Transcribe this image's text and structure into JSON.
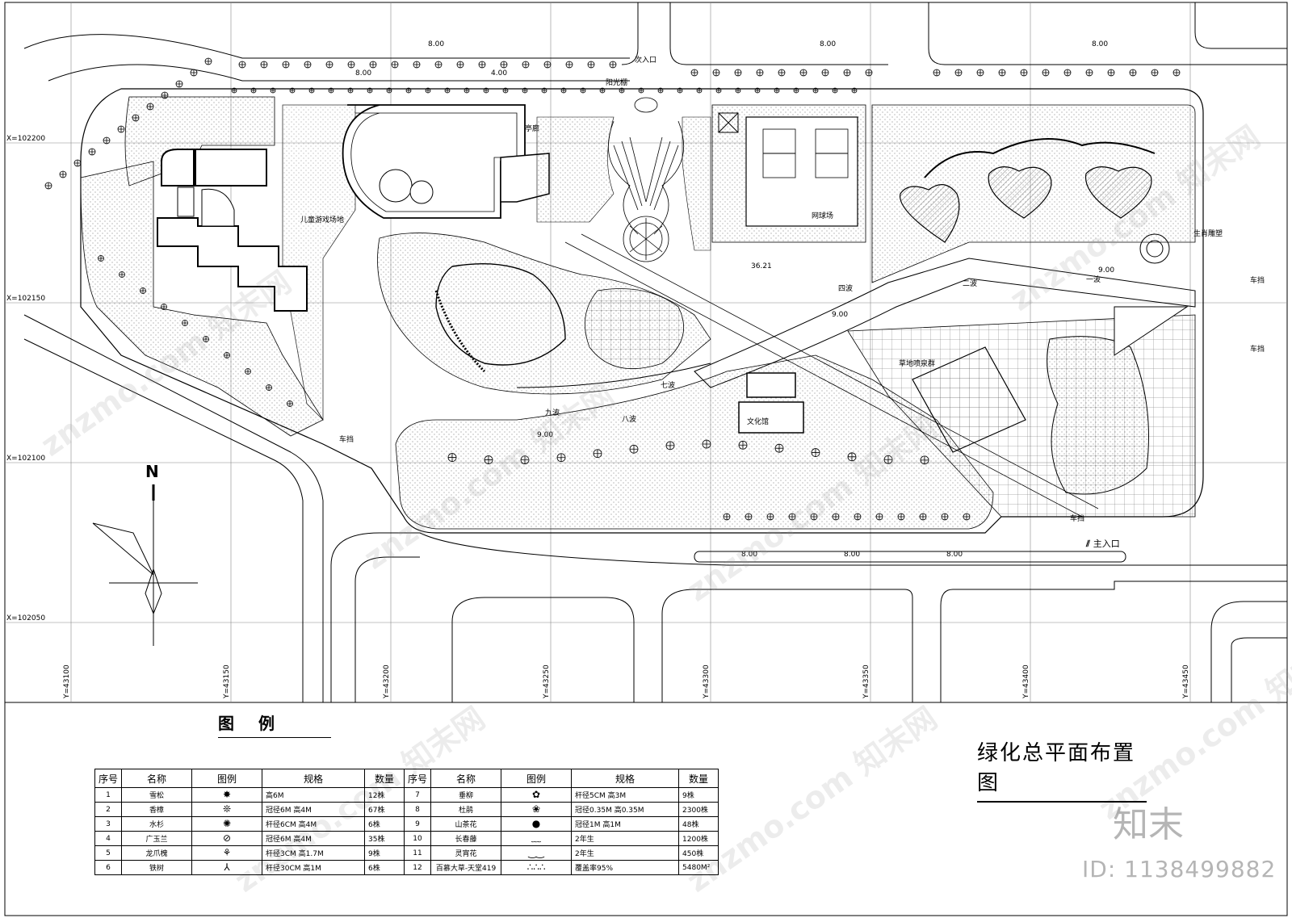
{
  "drawing_title": "绿化总平面布置图",
  "legend": {
    "title": "图例",
    "headers": [
      "序号",
      "名称",
      "图例",
      "规格",
      "数量",
      "序号",
      "名称",
      "图例",
      "规格",
      "数量"
    ],
    "rows": [
      {
        "no1": "1",
        "name1": "雪松",
        "spec1": "高6M",
        "qty1": "12株",
        "no2": "7",
        "name2": "垂柳",
        "spec2": "杆径5CM 高3M",
        "qty2": "9株"
      },
      {
        "no1": "2",
        "name1": "香樟",
        "spec1": "冠径6M 高4M",
        "qty1": "67株",
        "no2": "8",
        "name2": "杜鹃",
        "spec2": "冠径0.35M 高0.35M",
        "qty2": "2300株"
      },
      {
        "no1": "3",
        "name1": "水杉",
        "spec1": "杆径6CM 高4M",
        "qty1": "6株",
        "no2": "9",
        "name2": "山茶花",
        "spec2": "冠径1M 高1M",
        "qty2": "48株"
      },
      {
        "no1": "4",
        "name1": "广玉兰",
        "spec1": "冠径6M 高4M",
        "qty1": "35株",
        "no2": "10",
        "name2": "长春藤",
        "spec2": "2年生",
        "qty2": "1200株"
      },
      {
        "no1": "5",
        "name1": "龙爪槐",
        "spec1": "杆径3CM 高1.7M",
        "qty1": "9株",
        "no2": "11",
        "name2": "灵宵花",
        "spec2": "2年生",
        "qty2": "450株"
      },
      {
        "no1": "6",
        "name1": "铁树",
        "spec1": "杆径30CM 高1M",
        "qty1": "6株",
        "no2": "12",
        "name2": "百慕大草-天堂419",
        "spec2": "覆盖率95%",
        "qty2": "5480M²"
      }
    ]
  },
  "north": "N",
  "grid_x_labels": [
    "X=102200",
    "X=102150",
    "X=102100",
    "X=102050"
  ],
  "grid_y_labels": [
    "Y=43100",
    "Y=43150",
    "Y=43200",
    "Y=43250",
    "Y=43300",
    "Y=43350",
    "Y=43400",
    "Y=43450"
  ],
  "plan_labels": {
    "secondary_entrance": "次入口",
    "main_entrance": "主入口",
    "tennis_court": "网球场",
    "culture_hall": "文化馆",
    "children_play": "儿童游戏场地",
    "lawn_fountain": "草地喷泉群",
    "car_stop_1": "车挡",
    "car_stop_2": "车挡",
    "car_stop_3": "车挡",
    "car_stop_4": "车挡",
    "sculpture": "生肖雕塑",
    "dim_36": "36.21",
    "dim_8a": "8.00",
    "dim_8b": "8.00",
    "dim_8c": "8.00",
    "dim_8d": "8.00",
    "dim_8e": "8.00",
    "dim_8f": "8.00",
    "dim_8g": "8.00",
    "dim_9a": "9.00",
    "dim_9b": "9.00",
    "dim_9c": "9.00",
    "dim_4": "4.00",
    "step_1": "四波",
    "step_2": "二波",
    "step_3": "一波",
    "step_4": "九波",
    "step_5": "八波",
    "step_6": "七波",
    "pavilion_1": "亭廊",
    "pavilion_2": "阳光棚"
  },
  "watermark": "znzmo.com 知末网",
  "brand": "知末",
  "image_id": "ID: 1138499882"
}
